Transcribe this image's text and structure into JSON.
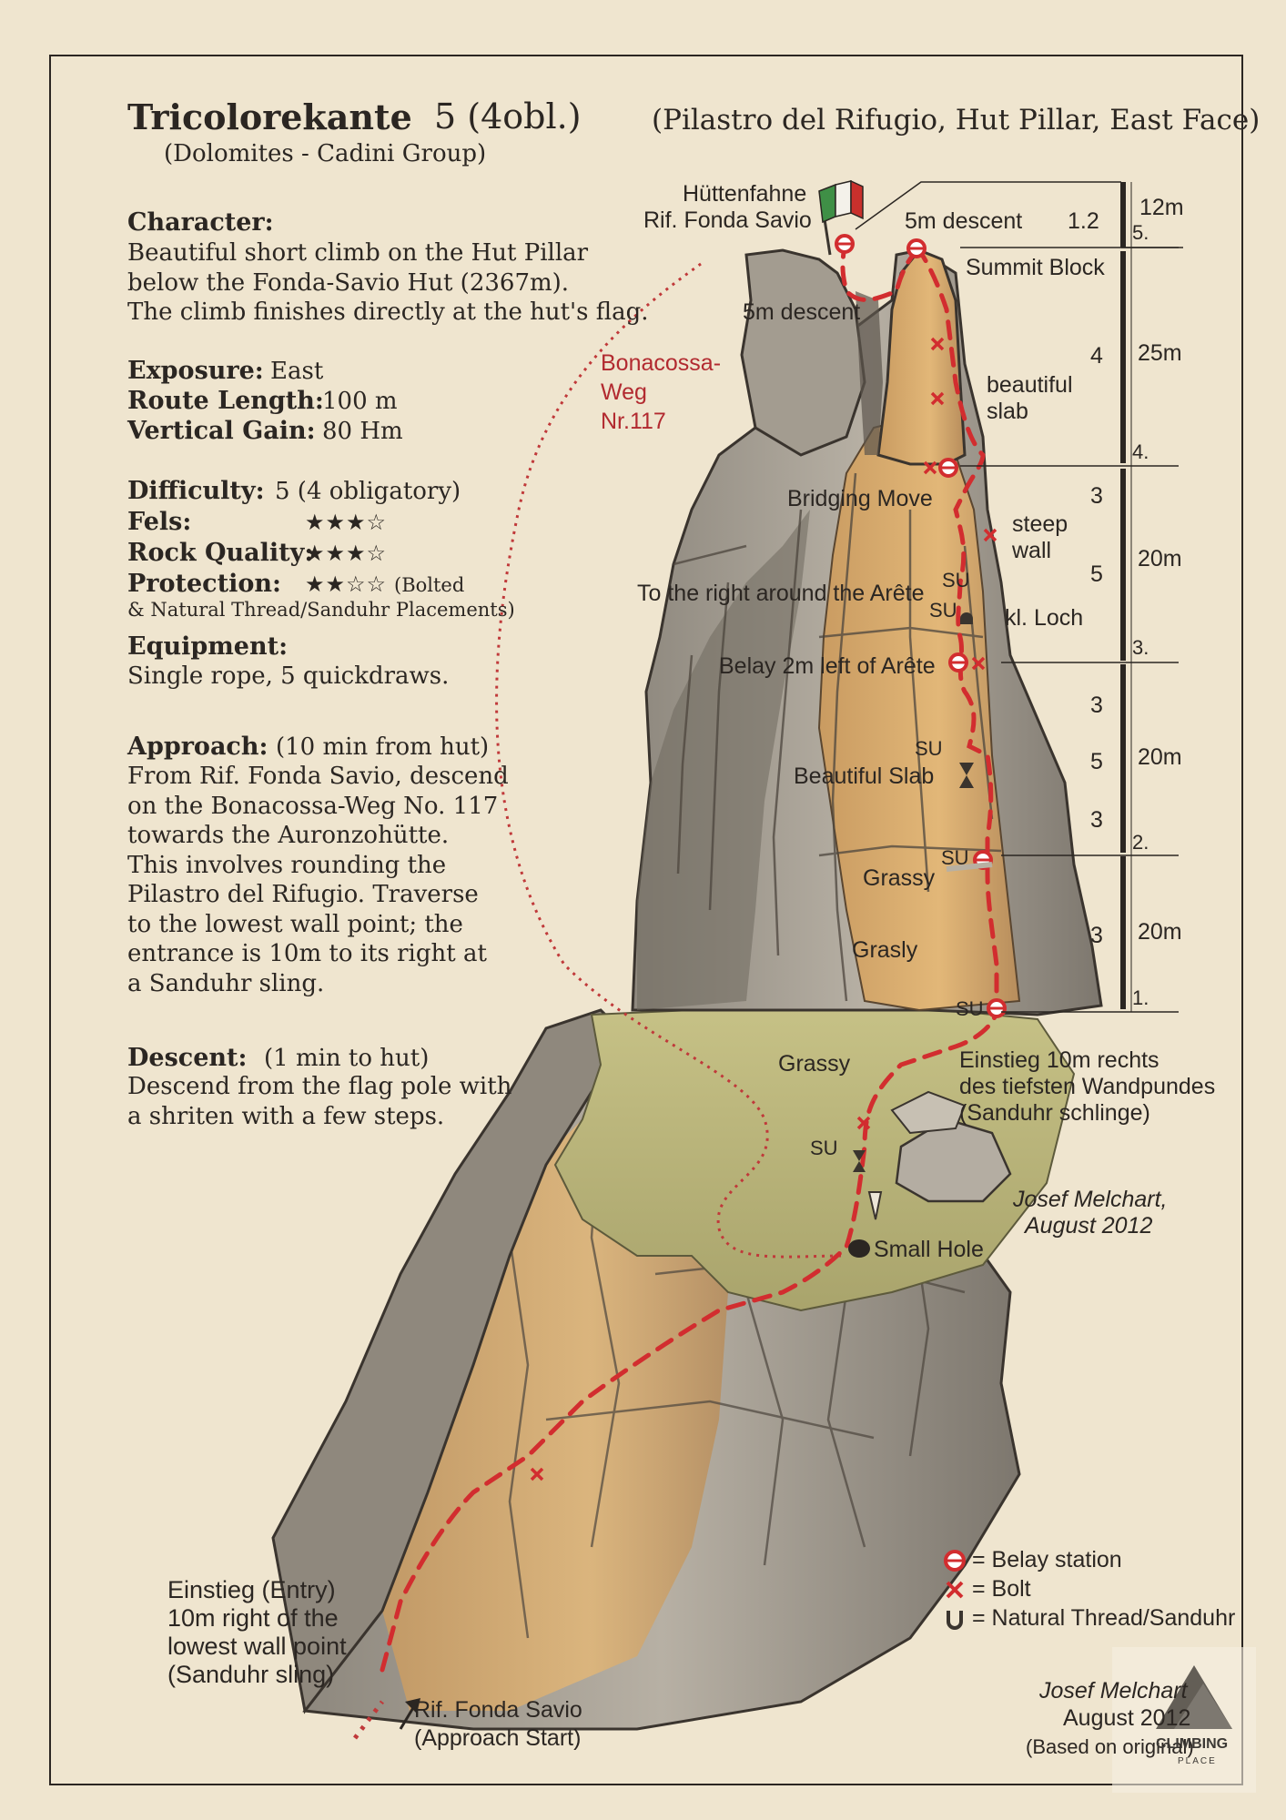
{
  "header": {
    "title": "Tricolorekante",
    "grade": "5 (4obl.)",
    "region": "(Dolomites - Cadini Group)",
    "alt_names": "(Pilastro del Rifugio, Hut Pillar, East Face)"
  },
  "info": {
    "character_heading": "Character:",
    "character_lines": [
      "Beautiful short climb on the Hut Pillar",
      "below the Fonda-Savio Hut (2367m).",
      "The climb finishes directly at the hut's flag."
    ],
    "exposure_label": "Exposure:",
    "exposure_value": "East",
    "length_label": "Route Length:",
    "length_value": "100 m",
    "gain_label": "Vertical Gain:",
    "gain_value": "80 Hm",
    "difficulty_label": "Difficulty:",
    "difficulty_value": "5  (4 obligatory)",
    "fels_label": "Fels:",
    "fels_rating": 3,
    "rock_label": "Rock Quality:",
    "rock_rating": 3,
    "protection_label": "Protection:",
    "protection_rating": 2,
    "protection_note": "(Bolted",
    "protection_note2": "& Natural Thread/Sanduhr Placements)",
    "equipment_heading": "Equipment:",
    "equipment_text": "Single rope, 5 quickdraws.",
    "approach_heading": "Approach:",
    "approach_time": "(10 min from hut)",
    "approach_lines": [
      "From Rif. Fonda Savio, descend",
      "on the Bonacossa-Weg No. 117",
      "towards the Auronzohütte.",
      "This involves rounding the",
      "Pilastro del Rifugio. Traverse",
      "to the lowest wall point; the",
      "entrance is 10m to its right at",
      "a Sanduhr sling."
    ],
    "descent_heading": "Descent:",
    "descent_time": "(1 min to hut)",
    "descent_lines": [
      "Descend from the flag pole with",
      "a shriten with a few steps."
    ]
  },
  "topo": {
    "flag_label_1": "Hüttenfahne",
    "flag_label_2": "Rif. Fonda Savio",
    "descent_top": "5m descent",
    "descent_mid": "5m descent",
    "summit_block": "Summit Block",
    "beautiful_slab_small_1": "beautiful",
    "beautiful_slab_small_2": "slab",
    "path_name_1": "Bonacossa-",
    "path_name_2": "Weg",
    "path_name_3": "Nr.117",
    "bridging": "Bridging Move",
    "steep_wall_1": "steep",
    "steep_wall_2": "wall",
    "right_arete": "To the right around the Arête",
    "kl_loch": "kl. Loch",
    "belay_left": "Belay 2m left of Arête",
    "beautiful_slab": "Beautiful Slab",
    "grassy_1": "Grassy",
    "grasly": "Grasly",
    "grassy_2": "Grassy",
    "su": "SU",
    "einstieg_right_1": "Einstieg 10m rechts",
    "einstieg_right_2": "des tiefsten Wandpundes",
    "einstieg_right_3": "(Sanduhr schlinge)",
    "author_1": "Josef Melchart,",
    "author_2": "August 2012",
    "small_hole": "Small Hole",
    "entry_1": "Einstieg (Entry)",
    "entry_2": "10m right of the",
    "entry_3": "lowest wall point",
    "entry_4": "(Sanduhr sling)",
    "start_1": "Rif. Fonda Savio",
    "start_2": "(Approach Start)",
    "credit_1": "Josef Melchart",
    "credit_2": "August 2012",
    "credit_3": "(Based on original)",
    "logo_text": "CLIMBING",
    "logo_sub": "PLACE"
  },
  "scale": {
    "pitches": [
      {
        "number": "5.",
        "grades": [
          "1.2"
        ],
        "length": "12m"
      },
      {
        "number": "4.",
        "grades": [
          "4"
        ],
        "length": "25m"
      },
      {
        "number": "3.",
        "grades": [
          "3",
          "5"
        ],
        "length": "20m"
      },
      {
        "number": "2.",
        "grades": [
          "3",
          "5",
          "3"
        ],
        "length": "20m"
      },
      {
        "number": "1.",
        "grades": [
          "3"
        ],
        "length": "20m"
      }
    ]
  },
  "legend": {
    "belay": "= Belay station",
    "bolt": "= Bolt",
    "thread": "= Natural Thread/Sanduhr"
  },
  "colors": {
    "route": "#d22d2f",
    "rock": "#9d968c",
    "rock_lit": "#d8a96b",
    "grass": "#b8b57a",
    "paper": "#efe5cf"
  }
}
